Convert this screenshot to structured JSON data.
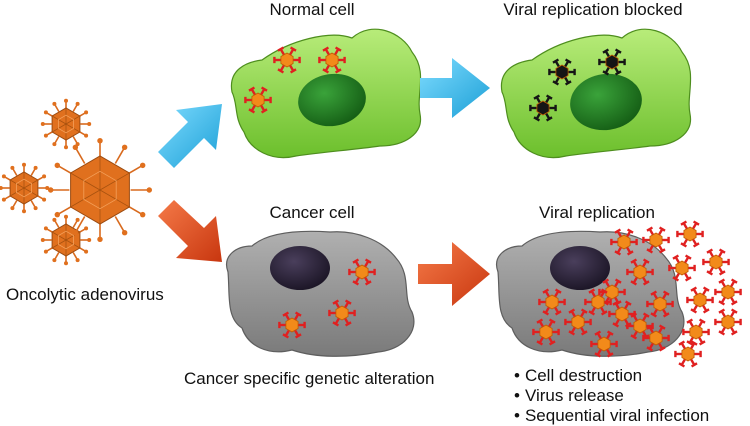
{
  "labels": {
    "normal_cell": "Normal cell",
    "viral_replication_blocked": "Viral replication blocked",
    "cancer_cell": "Cancer cell",
    "viral_replication": "Viral replication",
    "oncolytic_adenovirus": "Oncolytic adenovirus",
    "cancer_alteration": "Cancer specific genetic alteration"
  },
  "outcomes": [
    "Cell destruction",
    "Virus release",
    "Sequential viral infection"
  ],
  "colors": {
    "normal_cell": "#8fd44a",
    "nucleus_normal": "#1f7a1f",
    "cancer_cell": "#8f8f8f",
    "nucleus_cancer": "#2a2238",
    "virus_core": "#f28a1a",
    "virus_spike": "#e02020",
    "blocked_virus": "#151515",
    "arrow_blue": "#34b8e8",
    "arrow_red": "#e0451c",
    "adenovirus": "#e0701e"
  }
}
